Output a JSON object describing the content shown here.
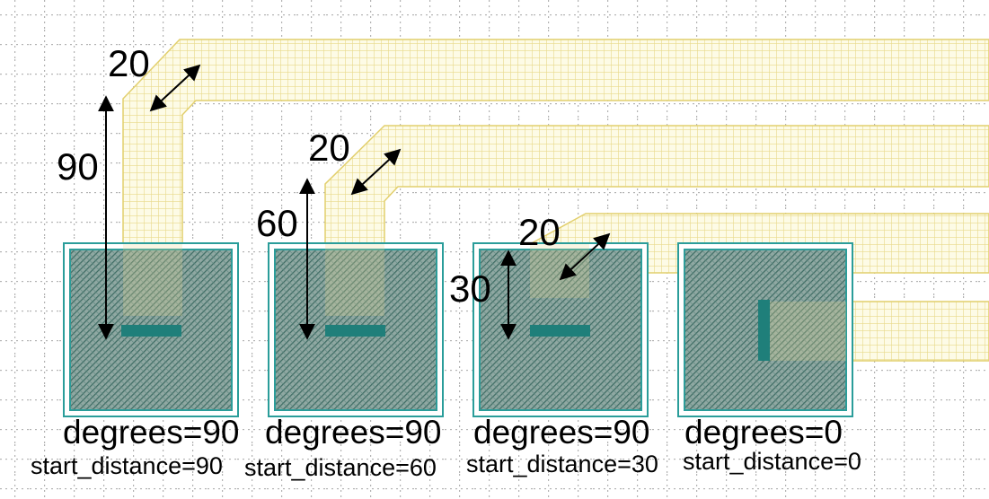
{
  "colors": {
    "background": "#ffffff",
    "grid_dots": "#b3b3b3",
    "trace_fill": "#fdfbe6",
    "trace_mesh": "#e8d98a",
    "pad_border": "#2a9d9a",
    "pad_hatch_fill": "#4c7d74",
    "pad_inner_mark": "#1f7f7a",
    "arrow": "#000000"
  },
  "pads": [
    {
      "degrees_label": "degrees=90",
      "start_distance_label": "start_distance=90",
      "dim_vertical": "90",
      "dim_width": "20"
    },
    {
      "degrees_label": "degrees=90",
      "start_distance_label": "start_distance=60",
      "dim_vertical": "60",
      "dim_width": "20"
    },
    {
      "degrees_label": "degrees=90",
      "start_distance_label": "start_distance=30",
      "dim_vertical": "30",
      "dim_width": "20"
    },
    {
      "degrees_label": "degrees=0",
      "start_distance_label": "start_distance=0"
    }
  ]
}
